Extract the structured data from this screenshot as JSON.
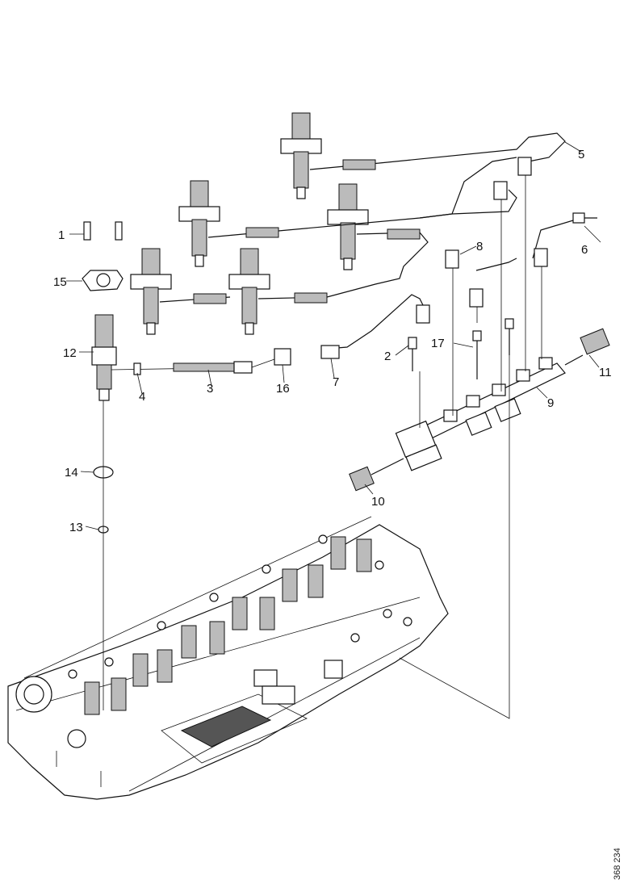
{
  "callouts": [
    {
      "id": "1",
      "text": "1"
    },
    {
      "id": "2",
      "text": "2"
    },
    {
      "id": "3",
      "text": "3"
    },
    {
      "id": "4",
      "text": "4"
    },
    {
      "id": "5",
      "text": "5"
    },
    {
      "id": "6",
      "text": "6"
    },
    {
      "id": "7",
      "text": "7"
    },
    {
      "id": "8",
      "text": "8"
    },
    {
      "id": "9",
      "text": "9"
    },
    {
      "id": "10",
      "text": "10"
    },
    {
      "id": "11",
      "text": "11"
    },
    {
      "id": "12",
      "text": "12"
    },
    {
      "id": "13",
      "text": "13"
    },
    {
      "id": "14",
      "text": "14"
    },
    {
      "id": "15",
      "text": "15"
    },
    {
      "id": "16",
      "text": "16"
    },
    {
      "id": "17",
      "text": "17"
    }
  ],
  "document_number": "368 234"
}
